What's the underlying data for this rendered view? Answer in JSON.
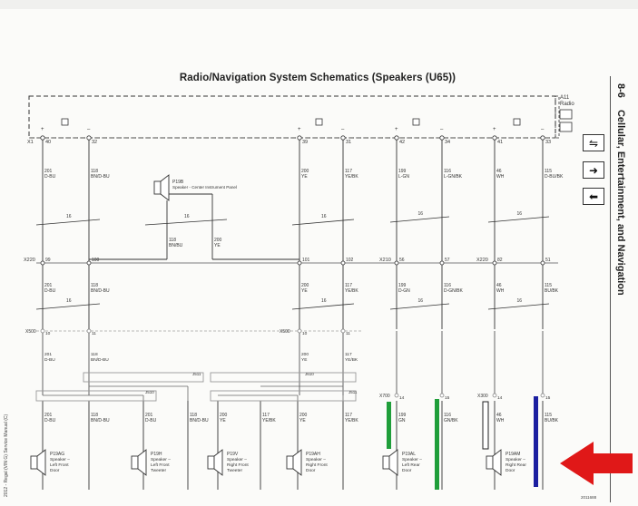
{
  "title": "Radio/Navigation System Schematics (Speakers (U65))",
  "side_page": "8-6",
  "side_title": "Cellular, Entertainment, and Navigation",
  "left_note": "2012 - Regal (VIN G) Service Manual  (C)",
  "figure_number": "2011688",
  "radio": {
    "ref": "A11",
    "name": "Radio",
    "pins": [
      "40",
      "32",
      "39",
      "31",
      "42",
      "34",
      "41",
      "33"
    ]
  },
  "connectors": {
    "x1": "X1",
    "x220_left": "X220",
    "x210": "X210",
    "x220_right": "X220",
    "x500_left": "X500",
    "x500_mid": "X500",
    "x700": "X700",
    "x300": "X300"
  },
  "wires_top": [
    {
      "circuit": "201",
      "color": "D-BU"
    },
    {
      "circuit": "118",
      "color": "BN/D-BU"
    },
    {
      "circuit": "200",
      "color": "YE"
    },
    {
      "circuit": "117",
      "color": "YE/BK"
    },
    {
      "circuit": "199",
      "color": "L-GN"
    },
    {
      "circuit": "116",
      "color": "L-GN/BK"
    },
    {
      "circuit": "46",
      "color": "WH"
    },
    {
      "circuit": "115",
      "color": "D-BU/BK"
    }
  ],
  "wires_mid": [
    {
      "circuit": "201",
      "color": "D-BU"
    },
    {
      "circuit": "118",
      "color": "BN/D-BU"
    },
    {
      "circuit": "200",
      "color": "YE"
    },
    {
      "circuit": "117",
      "color": "YE/BK"
    },
    {
      "circuit": "199",
      "color": "D-GN"
    },
    {
      "circuit": "116",
      "color": "D-GN/BK"
    },
    {
      "circuit": "46",
      "color": "WH"
    },
    {
      "circuit": "115",
      "color": "BU/BK"
    }
  ],
  "wires_bottom": [
    {
      "circuit": "201",
      "color": "D-BU"
    },
    {
      "circuit": "118",
      "color": "BN/D-BU"
    },
    {
      "circuit": "201",
      "color": "D-BU"
    },
    {
      "circuit": "118",
      "color": "BN/D-BU"
    },
    {
      "circuit": "200",
      "color": "YE"
    },
    {
      "circuit": "117",
      "color": "YE/BK"
    },
    {
      "circuit": "200",
      "color": "YE"
    },
    {
      "circuit": "117",
      "color": "YE/BK"
    },
    {
      "circuit": "199",
      "color": "GN"
    },
    {
      "circuit": "116",
      "color": "GN/BK"
    },
    {
      "circuit": "46",
      "color": "WH"
    },
    {
      "circuit": "115",
      "color": "BU/BK"
    }
  ],
  "x220_pins": [
    "99",
    "100",
    "101",
    "102"
  ],
  "x210_pins": [
    "56",
    "57"
  ],
  "x220r_pins": [
    "82",
    "51"
  ],
  "x500_pins": [
    "10",
    "11",
    "10",
    "11"
  ],
  "x700_pins": [
    "14",
    "15"
  ],
  "x300_pins": [
    "14",
    "15"
  ],
  "shield_gauge": "16",
  "center_speaker": {
    "ref": "P19B",
    "name": "Speaker - Center Instrument Panel",
    "wire1": {
      "circuit": "118",
      "color": "BN/BU"
    },
    "wire2": {
      "circuit": "200",
      "color": "YE"
    }
  },
  "splices": {
    "j511": "J511",
    "j610": "J610",
    "j510": "J510",
    "j511b": "J511"
  },
  "speakers": [
    {
      "ref": "P19AG",
      "name": "Speaker - Left Front Door"
    },
    {
      "ref": "P19H",
      "name": "Speaker - Left Front Tweeter"
    },
    {
      "ref": "P19V",
      "name": "Speaker - Right Front Tweeter"
    },
    {
      "ref": "P19AH",
      "name": "Speaker - Right Front Door"
    },
    {
      "ref": "P19AL",
      "name": "Speaker - Left Rear Door"
    },
    {
      "ref": "P19AM",
      "name": "Speaker - Right Rear Door"
    }
  ],
  "highlight_colors": {
    "green": "#1f9e3a",
    "blue": "#1b1fa0",
    "white": "#ffffff",
    "arrow": "#e01818"
  },
  "icons": [
    "ground-symbol-icon",
    "data-symbol-icon",
    "wiring-icon",
    "arrow-right-icon",
    "arrow-left-icon",
    "speaker-icon",
    "red-arrow-icon"
  ]
}
